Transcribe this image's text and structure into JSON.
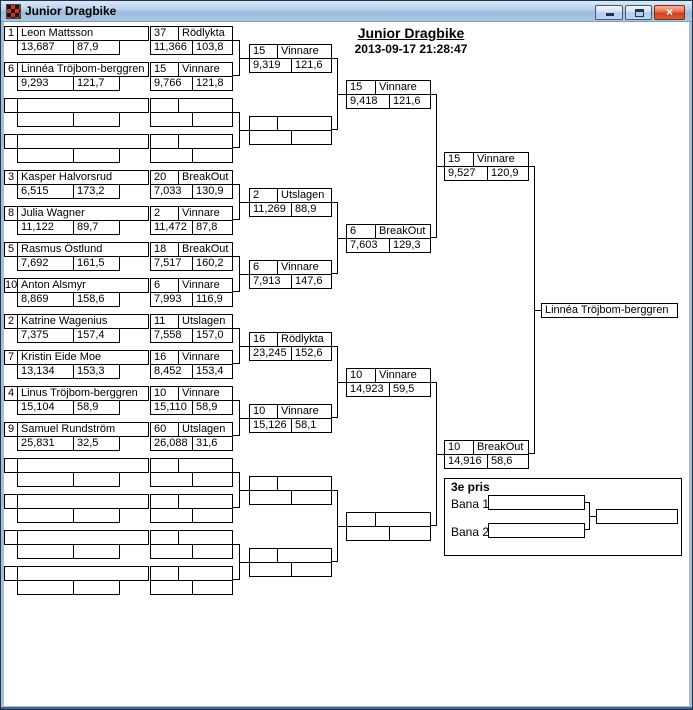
{
  "window": {
    "title": "Junior Dragbike",
    "close_glyph": "×"
  },
  "header": {
    "title": "Junior Dragbike",
    "timestamp": "2013-09-17 21:28:47"
  },
  "colors": {
    "title_bar": "#abc4e2",
    "close_button": "#c94322"
  },
  "bracket": {
    "entries": [
      {
        "seed": "1",
        "name": "Leon Mattsson",
        "et": "13,687",
        "speed": "87,9"
      },
      {
        "seed": "6",
        "name": "Linnéa Tröjbom-berggren",
        "et": "9,293",
        "speed": "121,7"
      },
      {
        "seed": "",
        "name": "",
        "et": "",
        "speed": ""
      },
      {
        "seed": "",
        "name": "",
        "et": "",
        "speed": ""
      },
      {
        "seed": "3",
        "name": "Kasper Halvorsrud",
        "et": "6,515",
        "speed": "173,2"
      },
      {
        "seed": "8",
        "name": "Julia Wagner",
        "et": "11,122",
        "speed": "89,7"
      },
      {
        "seed": "5",
        "name": "Rasmus Östlund",
        "et": "7,692",
        "speed": "161,5"
      },
      {
        "seed": "10",
        "name": "Anton Alsmyr",
        "et": "8,869",
        "speed": "158,6"
      },
      {
        "seed": "2",
        "name": "Katrine Wagenius",
        "et": "7,375",
        "speed": "157,4"
      },
      {
        "seed": "7",
        "name": "Kristin Eide Moe",
        "et": "13,134",
        "speed": "153,3"
      },
      {
        "seed": "4",
        "name": "Linus Tröjbom-berggren",
        "et": "15,104",
        "speed": "58,9"
      },
      {
        "seed": "9",
        "name": "Samuel Rundström",
        "et": "25,831",
        "speed": "32,5"
      },
      {
        "seed": "",
        "name": "",
        "et": "",
        "speed": ""
      },
      {
        "seed": "",
        "name": "",
        "et": "",
        "speed": ""
      },
      {
        "seed": "",
        "name": "",
        "et": "",
        "speed": ""
      },
      {
        "seed": "",
        "name": "",
        "et": "",
        "speed": ""
      }
    ],
    "round1": [
      {
        "number": "37",
        "status": "Rödlykta",
        "et": "11,366",
        "speed": "103,8"
      },
      {
        "number": "15",
        "status": "Vinnare",
        "et": "9,766",
        "speed": "121,8"
      },
      {
        "number": "",
        "status": "",
        "et": "",
        "speed": ""
      },
      {
        "number": "",
        "status": "",
        "et": "",
        "speed": ""
      },
      {
        "number": "20",
        "status": "BreakOut",
        "et": "7,033",
        "speed": "130,9"
      },
      {
        "number": "2",
        "status": "Vinnare",
        "et": "11,472",
        "speed": "87,8"
      },
      {
        "number": "18",
        "status": "BreakOut",
        "et": "7,517",
        "speed": "160,2"
      },
      {
        "number": "6",
        "status": "Vinnare",
        "et": "7,993",
        "speed": "116,9"
      },
      {
        "number": "11",
        "status": "Utslagen",
        "et": "7,558",
        "speed": "157,0"
      },
      {
        "number": "16",
        "status": "Vinnare",
        "et": "8,452",
        "speed": "153,4"
      },
      {
        "number": "10",
        "status": "Vinnare",
        "et": "15,110",
        "speed": "58,9"
      },
      {
        "number": "60",
        "status": "Utslagen",
        "et": "26,088",
        "speed": "31,6"
      },
      {
        "number": "",
        "status": "",
        "et": "",
        "speed": ""
      },
      {
        "number": "",
        "status": "",
        "et": "",
        "speed": ""
      },
      {
        "number": "",
        "status": "",
        "et": "",
        "speed": ""
      },
      {
        "number": "",
        "status": "",
        "et": "",
        "speed": ""
      }
    ],
    "round2": [
      {
        "number": "15",
        "status": "Vinnare",
        "et": "9,319",
        "speed": "121,6"
      },
      {
        "number": "",
        "status": "",
        "et": "",
        "speed": ""
      },
      {
        "number": "2",
        "status": "Utslagen",
        "et": "11,269",
        "speed": "88,9"
      },
      {
        "number": "6",
        "status": "Vinnare",
        "et": "7,913",
        "speed": "147,6"
      },
      {
        "number": "16",
        "status": "Rödlykta",
        "et": "23,245",
        "speed": "152,6"
      },
      {
        "number": "10",
        "status": "Vinnare",
        "et": "15,126",
        "speed": "58,1"
      },
      {
        "number": "",
        "status": "",
        "et": "",
        "speed": ""
      },
      {
        "number": "",
        "status": "",
        "et": "",
        "speed": ""
      }
    ],
    "semifinal": [
      {
        "number": "15",
        "status": "Vinnare",
        "et": "9,418",
        "speed": "121,6"
      },
      {
        "number": "6",
        "status": "BreakOut",
        "et": "7,603",
        "speed": "129,3"
      },
      {
        "number": "10",
        "status": "Vinnare",
        "et": "14,923",
        "speed": "59,5"
      },
      {
        "number": "",
        "status": "",
        "et": "",
        "speed": ""
      }
    ],
    "final": [
      {
        "number": "15",
        "status": "Vinnare",
        "et": "9,527",
        "speed": "120,9"
      },
      {
        "number": "10",
        "status": "BreakOut",
        "et": "14,916",
        "speed": "58,6"
      }
    ],
    "winner": "Linnéa Tröjbom-berggren"
  },
  "third_prize": {
    "title": "3e pris",
    "lane1_label": "Bana 1",
    "lane2_label": "Bana 2"
  }
}
